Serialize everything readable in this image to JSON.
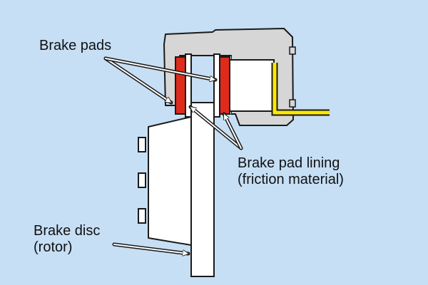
{
  "diagram": {
    "labels": {
      "brake_pads": "Brake pads",
      "brake_pad_lining_line1": "Brake pad lining",
      "brake_pad_lining_line2": "(friction material)",
      "brake_disc_line1": "Brake disc",
      "brake_disc_line2": "(rotor)"
    },
    "colors": {
      "background": "#c6dff5",
      "part_fill": "#ffffff",
      "caliper_fill": "#d6d6d6",
      "pad_lining": "#e02a1a",
      "brake_line": "#ffe800",
      "outline": "#1a1a1a"
    }
  }
}
